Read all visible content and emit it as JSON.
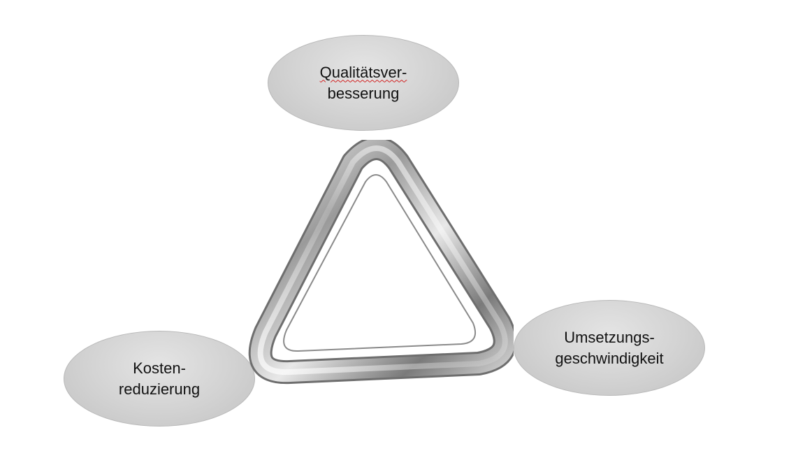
{
  "nodes": {
    "quality": {
      "line1": "Qualitätsver-",
      "line2": "besserung"
    },
    "speed": {
      "line1": "Umsetzungs-",
      "line2": "geschwindigkeit"
    },
    "cost": {
      "line1": "Kosten-",
      "line2": "reduzierung"
    }
  },
  "center_image": {
    "icon": "triangle-ring-icon"
  },
  "colors": {
    "ellipse_fill": "#d2d2d2",
    "ellipse_border": "#b8b8b8",
    "spellcheck_underline": "#d22020",
    "text": "#111111"
  }
}
